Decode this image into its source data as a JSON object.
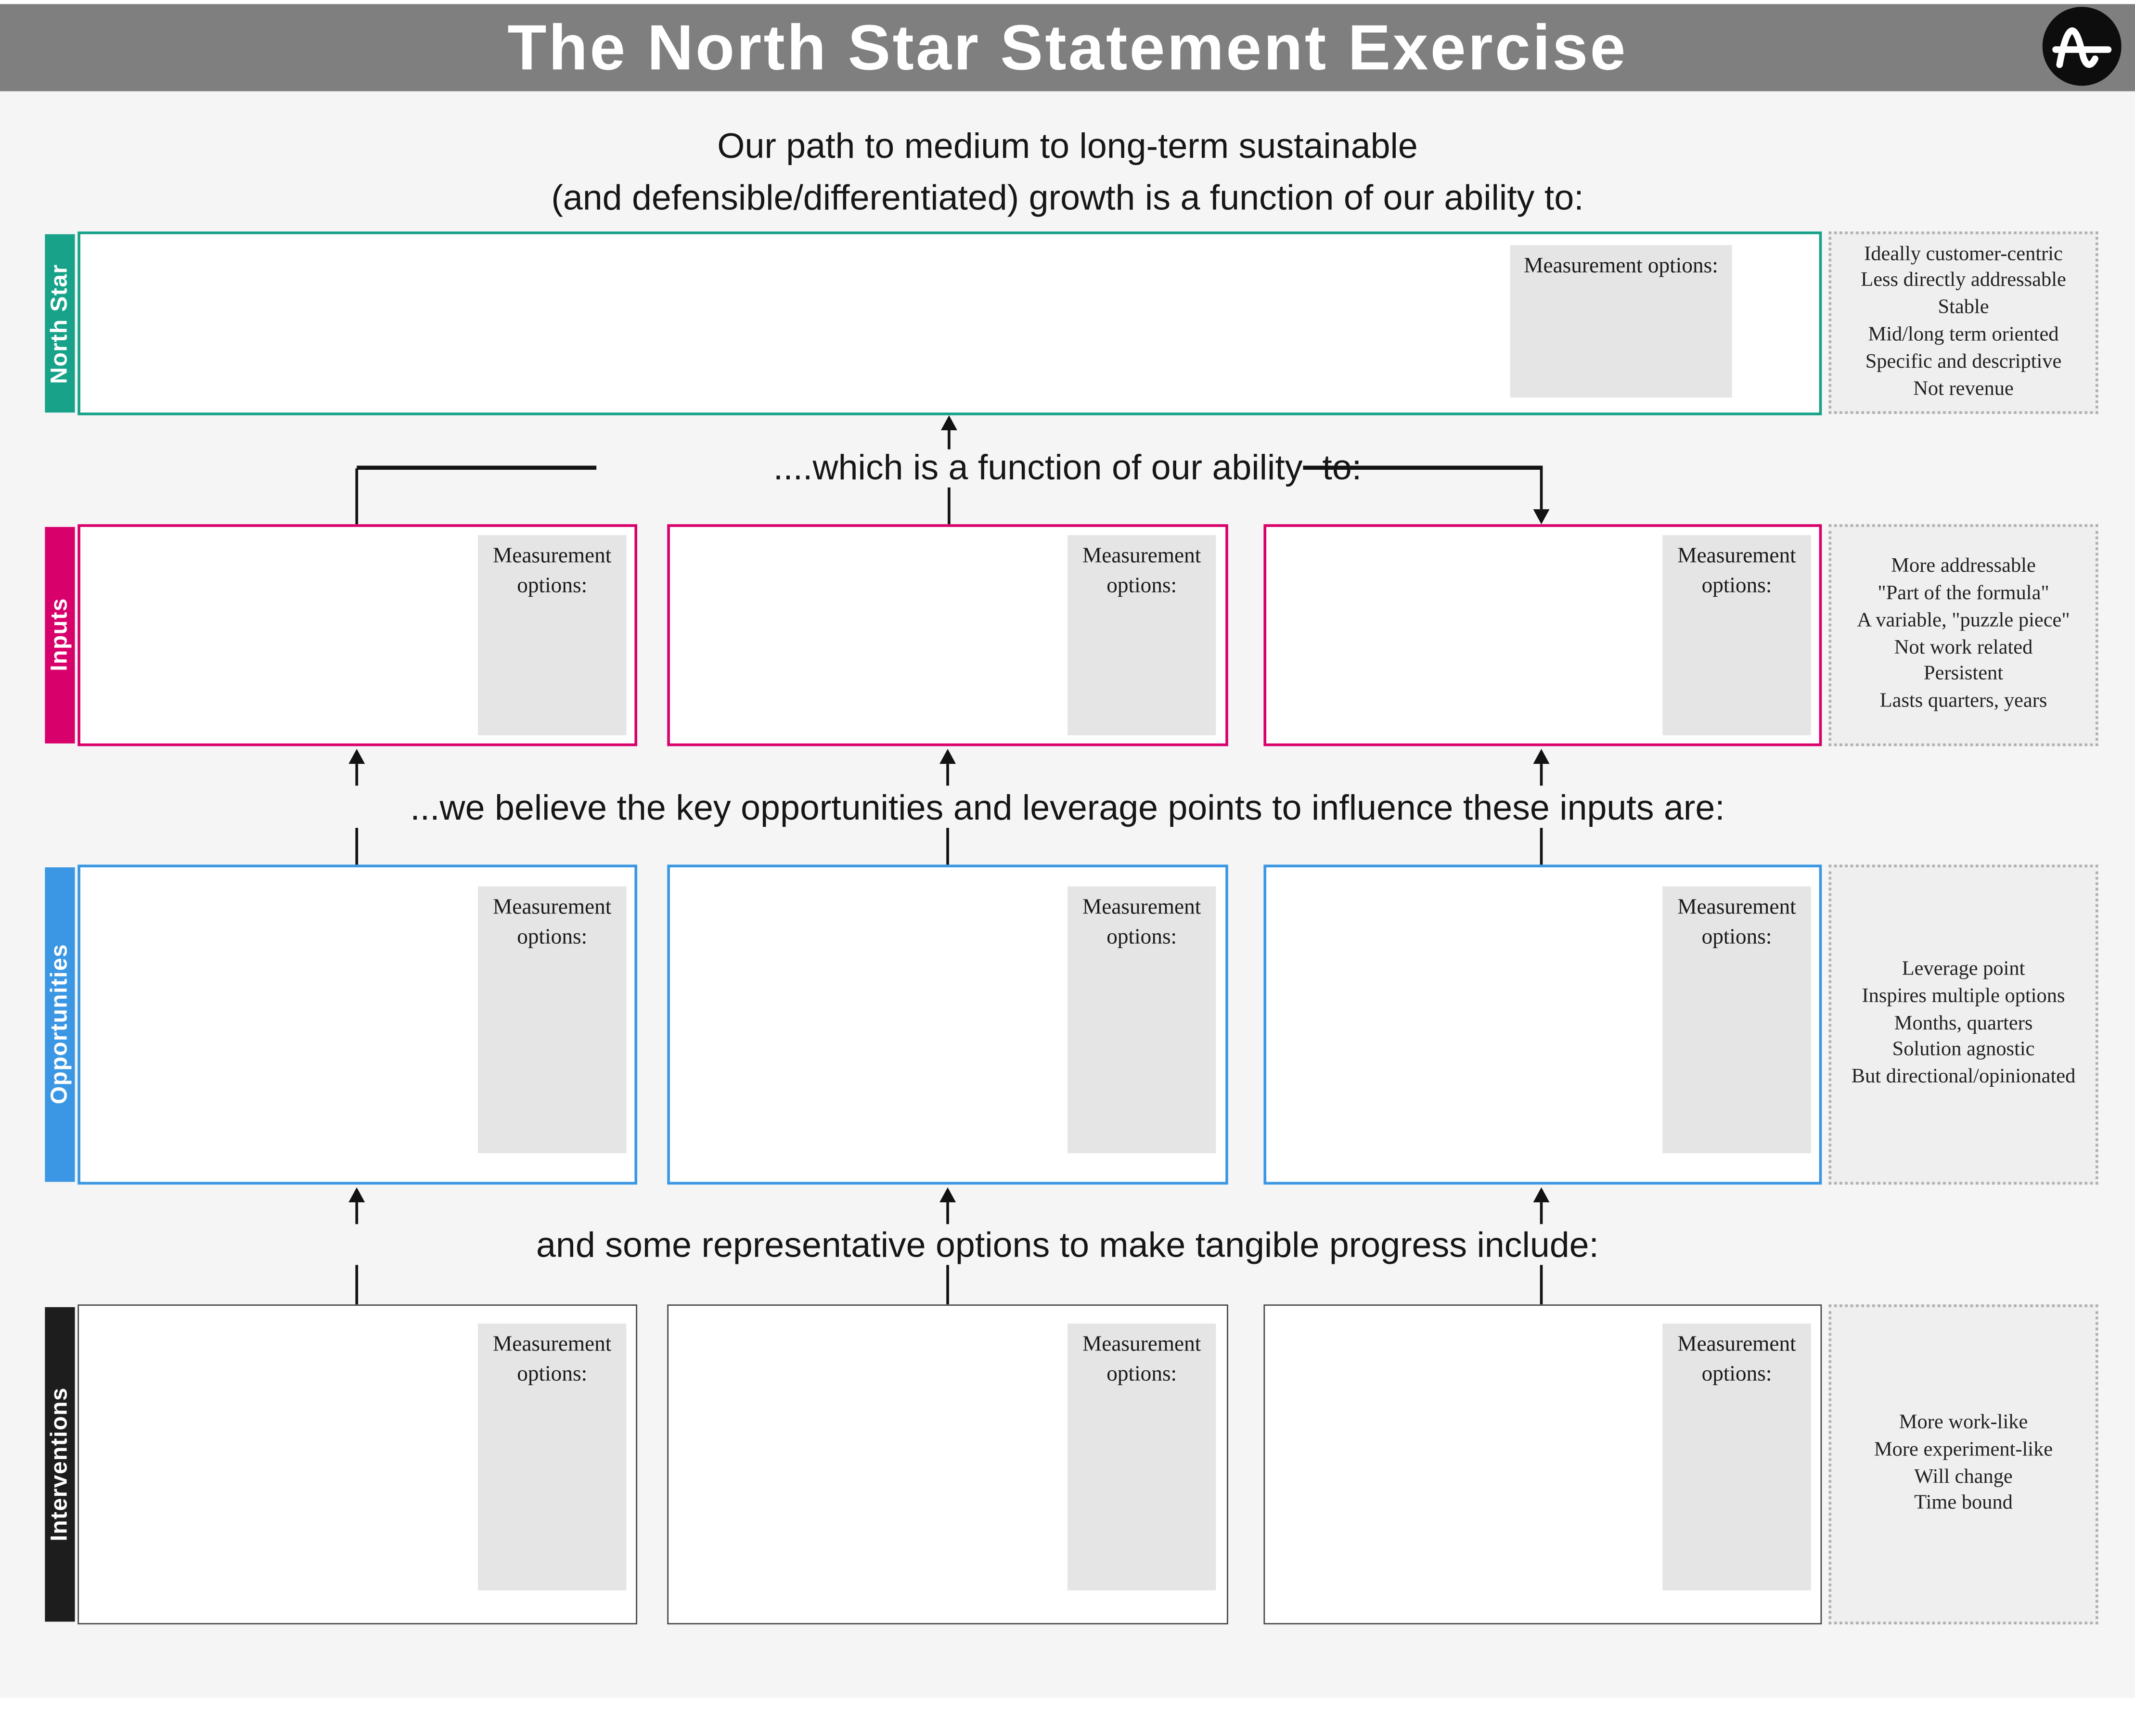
{
  "header": {
    "title": "The North Star Statement Exercise",
    "logo": "amplitude-logo"
  },
  "intro": {
    "line1": "Our path to medium to long-term sustainable",
    "line2": "(and defensible/differentiated) growth is a function of our ability to:"
  },
  "measurement_label": "Measurement options:",
  "connectors": {
    "c1": "....which is a function of our ability  to:",
    "c2": "...we believe the key opportunities and leverage points to influence these inputs are:",
    "c3": "and some representative options to make tangible progress include:"
  },
  "rows": {
    "north_star": {
      "label": "North Star",
      "color": "#18a28a",
      "notes": [
        "Ideally customer-centric",
        "Less directly addressable",
        "Stable",
        "Mid/long term oriented",
        "Specific and descriptive",
        "Not revenue"
      ]
    },
    "inputs": {
      "label": "Inputs",
      "color": "#d8016b",
      "notes": [
        "More addressable",
        "\"Part of the formula\"",
        "A variable, \"puzzle piece\"",
        "Not work related",
        "Persistent",
        "Lasts quarters, years"
      ]
    },
    "opportunities": {
      "label": "Opportunities",
      "color": "#3b97e3",
      "notes": [
        "Leverage point",
        "Inspires multiple options",
        "Months, quarters",
        "Solution agnostic",
        "But directional/opinionated"
      ]
    },
    "interventions": {
      "label": "Interventions",
      "color": "#1d1d1d",
      "notes": [
        "More work-like",
        "More experiment-like",
        "Will change",
        "Time bound"
      ]
    }
  }
}
